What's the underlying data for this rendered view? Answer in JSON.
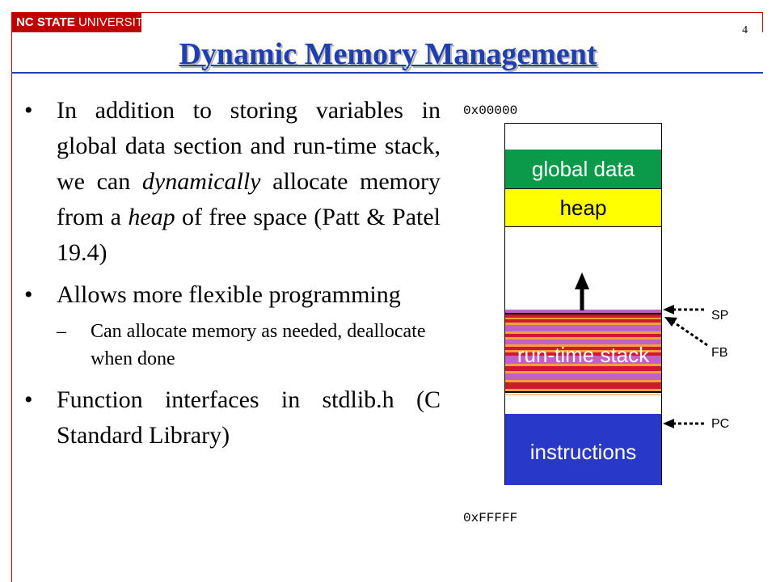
{
  "header": {
    "logo_bold": "NC STATE",
    "logo_rest": " UNIVERSITY",
    "page_number": "4",
    "title": "Dynamic Memory Management"
  },
  "bullets": [
    {
      "pre": "In addition to storing variables in global data section and run-time stack, we can ",
      "em1": "dynamically",
      "mid": " allocate memory from a ",
      "em2": "heap",
      "post": " of free space (Patt & Patel 19.4)"
    },
    {
      "text": "Allows more flexible programming"
    },
    {
      "text": "Function interfaces in stdlib.h (C Standard Library)"
    }
  ],
  "sub_bullets": [
    {
      "text": "Can allocate memory as needed, deallocate when done"
    }
  ],
  "diagram": {
    "top_address": "0x00000",
    "bottom_address": "0xFFFFF",
    "segments": {
      "global_data": "global data",
      "heap": "heap",
      "run_time_stack": "run-time stack",
      "instructions": "instructions"
    },
    "registers": {
      "sp": "SP",
      "fb": "FB",
      "pc": "PC"
    },
    "colors": {
      "global_data": "#0a9a4a",
      "heap": "#ffff00",
      "stack_purple": "#c060c8",
      "stack_red": "#d01830",
      "stack_orange": "#f2a040",
      "instructions": "#2838c8"
    }
  }
}
